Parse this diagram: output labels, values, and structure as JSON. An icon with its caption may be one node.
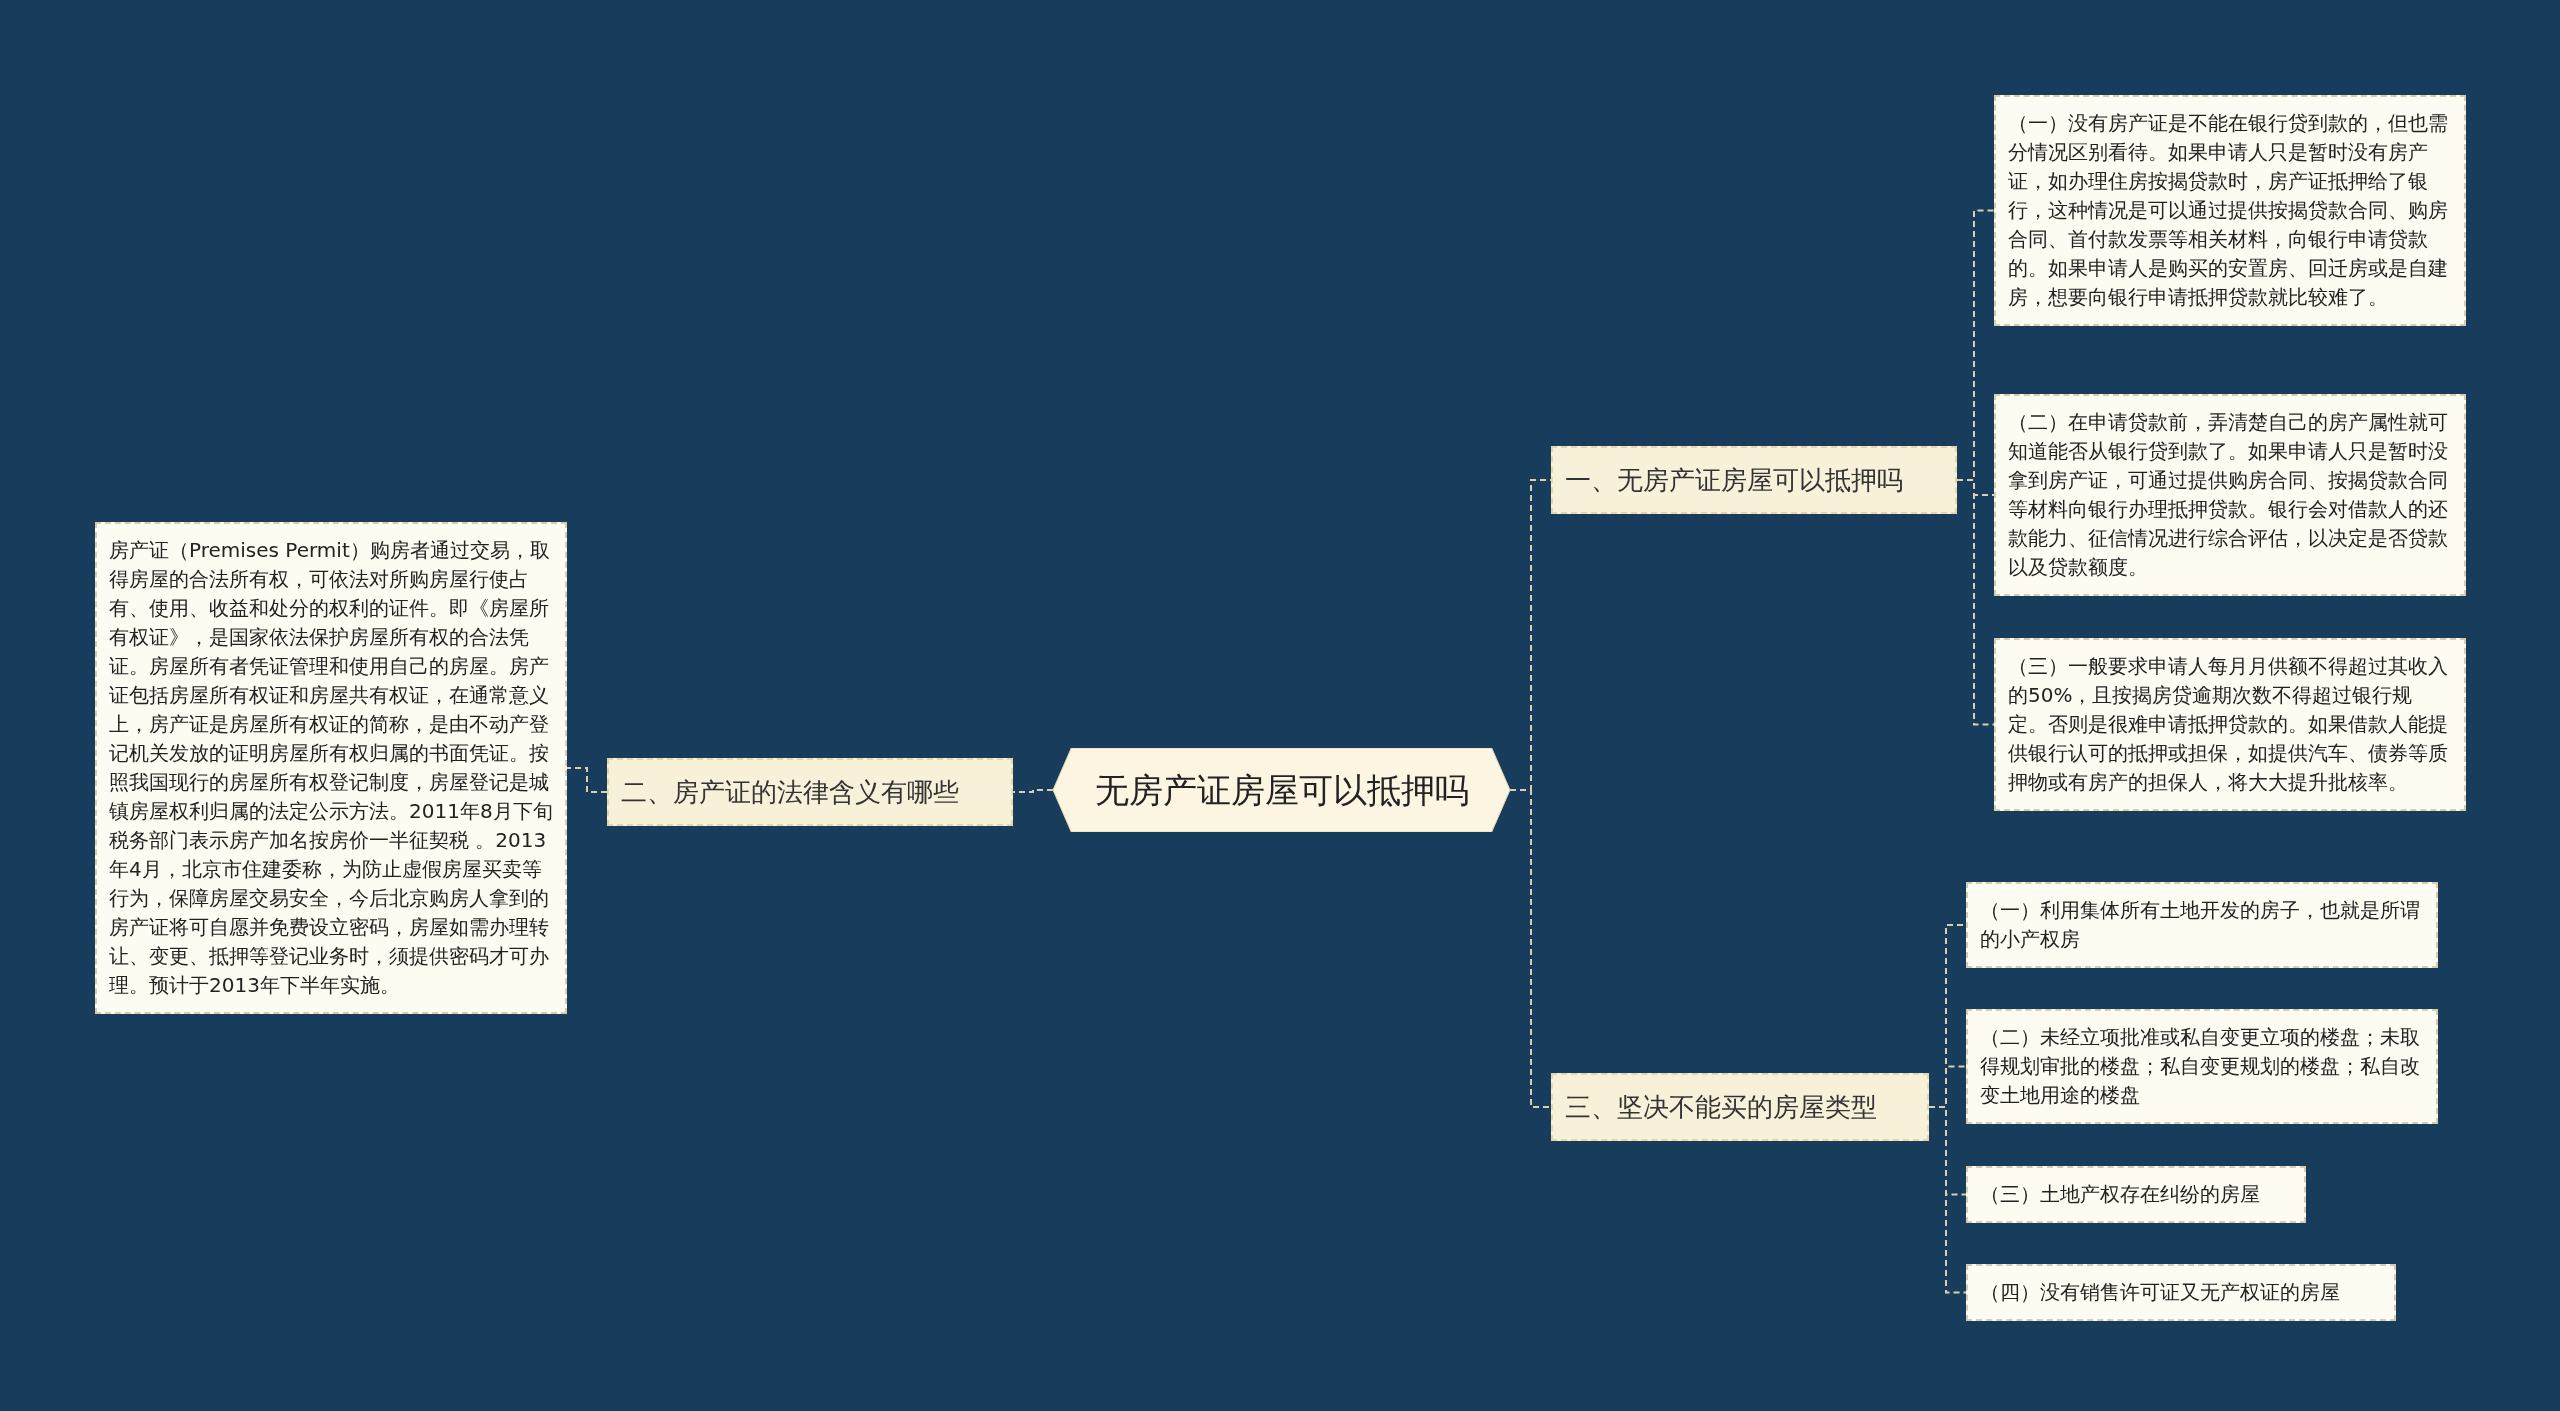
{
  "diagram": {
    "nodes": [
      {
        "text": [
          "无房产证房屋可以抵押吗"
        ]
      },
      {
        "text": [
          "一、无房产证房屋可以抵押吗"
        ]
      },
      {
        "text": [
          "（一）没有房产证是不能在银行贷到款的，但也需分情况区别看待。如果申请人只是暂时没有房产证，如办理住房按揭贷款时，房产证抵押给了银行，这种情况是可以通过提供按揭贷款合同、购房合同、首付款发票等相关材料，向银行申请贷款的。如果申请人是购买的安置房、回迁房或是自建房，想要向银行申请抵押贷款就比较难了。"
        ]
      },
      {
        "text": [
          "（二）在申请贷款前，弄清楚自己的房产属性就可知道能否从银行贷到款了。如果申请人只是暂时没拿到房产证，可通过提供购房合同、按揭贷款合同等材料向银行办理抵押贷款。银行会对借款人的还款能力、征信情况进行综合评估，以决定是否贷款以及贷款额度。"
        ]
      },
      {
        "text": [
          "（三）一般要求申请人每月月供额不得超过其收入的50%，且按揭房贷逾期次数不得超过银行规定。否则是很难申请抵押贷款的。如果借款人能提供银行认可的抵押或担保，如提供汽车、债券等质押物或有房产的担保人，将大大提升批核率。"
        ]
      },
      {
        "text": [
          "三、坚决不能买的房屋类型"
        ]
      },
      {
        "text": [
          "（一）利用集体所有土地开发的房子，也就是所谓的小产权房"
        ]
      },
      {
        "text": [
          "（二）未经立项批准或私自变更立项的楼盘；未取得规划审批的楼盘；私自变更规划的楼盘；私自改变土地用途的楼盘"
        ]
      },
      {
        "text": [
          "（三）土地产权存在纠纷的房屋"
        ]
      },
      {
        "text": [
          "（四）没有销售许可证又无产权证的房屋"
        ]
      },
      {
        "text": [
          "二、房产证的法律含义有哪些"
        ]
      },
      {
        "text": [
          "房产证（Premises Permit）购房者通过交易，取得房屋的合法所有权，可依法对所购房屋行使占有、使用、收益和处分的权利的证件。即《房屋所有权证》，是国家依法保护房屋所有权的合法凭证。房屋所有者凭证管理和使用自己的房屋。房产证包括房屋所有权证和房屋共有权证，在通常意义上，房产证是房屋所有权证的简称，是由不动产登记机关发放的证明房屋所有权归属的书面凭证。按照我国现行的房屋所有权登记制度，房屋登记是城镇房屋权利归属的法定公示方法。2011年8月下旬税务部门表示房产加名按房价一半征契税 。2013年4月，北京市住建委称，为防止虚假房屋买卖等行为，保障房屋交易安全，今后北京购房人拿到的房产证将可自愿并免费设立密码，房屋如需办理转让、变更、抵押等登记业务时，须提供密码才可办理。预计于2013年下半年实施。"
        ]
      }
    ],
    "edges": [
      {
        "from": 0,
        "to": 1,
        "arrow": "none"
      },
      {
        "from": 1,
        "to": 2,
        "arrow": "none"
      },
      {
        "from": 1,
        "to": 3,
        "arrow": "none"
      },
      {
        "from": 1,
        "to": 4,
        "arrow": "none"
      },
      {
        "from": 0,
        "to": 5,
        "arrow": "none"
      },
      {
        "from": 5,
        "to": 6,
        "arrow": "none"
      },
      {
        "from": 5,
        "to": 7,
        "arrow": "none"
      },
      {
        "from": 5,
        "to": 8,
        "arrow": "none"
      },
      {
        "from": 5,
        "to": 9,
        "arrow": "none"
      },
      {
        "from": 0,
        "to": 10,
        "arrow": "none"
      },
      {
        "from": 10,
        "to": 11,
        "arrow": "none"
      }
    ]
  }
}
